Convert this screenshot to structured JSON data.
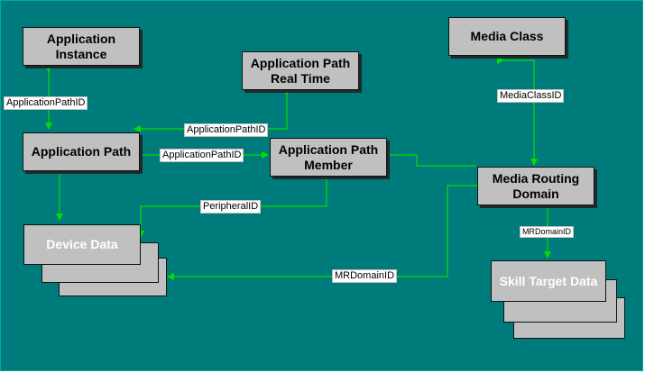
{
  "entities": {
    "application_instance": "Application\nInstance",
    "application_path_real_time": "Application Path\nReal Time",
    "media_class": "Media Class",
    "application_path": "Application Path",
    "application_path_member": "Application Path\nMember",
    "media_routing_domain": "Media Routing\nDomain",
    "device_data": "Device Data",
    "skill_target_data": "Skill Target Data"
  },
  "relations": {
    "app_instance_to_app_path": "ApplicationPathID",
    "real_time_to_app_path": "ApplicationPathID",
    "app_path_to_member": "ApplicationPathID",
    "media_class_to_mrd": "MediaClassID",
    "member_to_device_data": "PeripheralID",
    "mrd_to_device_data": "MRDomainID",
    "mrd_to_skill_target": "MRDomainID"
  },
  "colors": {
    "background": "#007b7b",
    "entity_fill": "#c0c0c0",
    "connector": "#00e000"
  }
}
